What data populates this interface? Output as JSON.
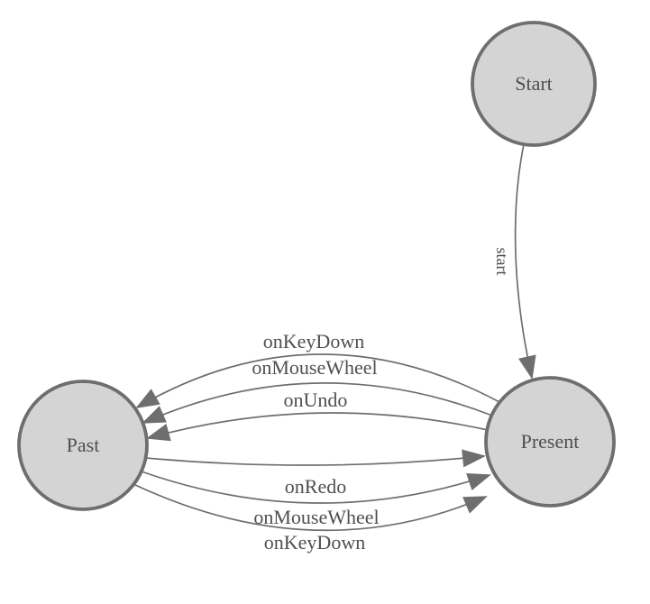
{
  "diagram": {
    "type": "state-machine",
    "colors": {
      "background": "#ffffff",
      "node_fill": "#d4d4d4",
      "node_stroke": "#6e6e6e",
      "edge": "#6e6e6e",
      "text": "#4f4f4f"
    },
    "nodes": [
      {
        "id": "start",
        "label": "Start"
      },
      {
        "id": "present",
        "label": "Present"
      },
      {
        "id": "past",
        "label": "Past"
      }
    ],
    "edges": [
      {
        "from": "Start",
        "to": "Present",
        "label": "start"
      },
      {
        "from": "Present",
        "to": "Past",
        "label": "onKeyDown"
      },
      {
        "from": "Present",
        "to": "Past",
        "label": "onMouseWheel"
      },
      {
        "from": "Present",
        "to": "Past",
        "label": "onUndo"
      },
      {
        "from": "Past",
        "to": "Present",
        "label": "onRedo"
      },
      {
        "from": "Past",
        "to": "Present",
        "label": "onMouseWheel"
      },
      {
        "from": "Past",
        "to": "Present",
        "label": "onKeyDown"
      }
    ]
  }
}
